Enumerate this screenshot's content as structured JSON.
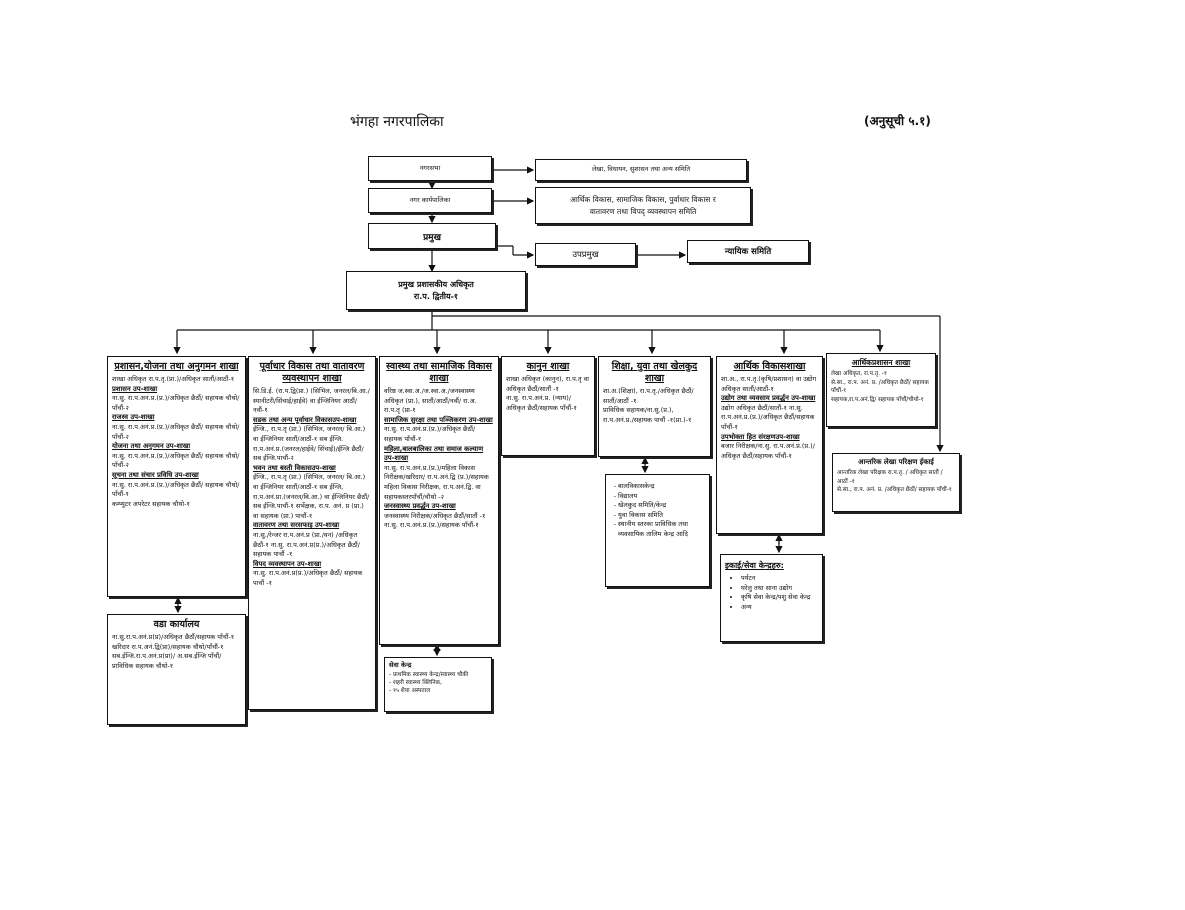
{
  "header": {
    "title": "भंगहा नगरपालिका",
    "annex": "(अनुसूची ५.१)"
  },
  "top": {
    "nagarsabha": "नगरसभा",
    "committee1": "लेखा, विधायन, सुशासन तथा अन्य समिति",
    "karyapalika": "नगर कार्यपालिका",
    "committee2_l1": "आर्थिक विकास, सामाजिक विकास, पुर्वाधार विकास र",
    "committee2_l2": "वातावरण तथा विपद् व्यवस्थापन समिति",
    "pramukh": "प्रमुख",
    "upapramukh": "उपप्रमुख",
    "nyayik": "न्यायिक समिति",
    "cao_l1": "प्रमुख प्रशासकीय अधिकृत",
    "cao_l2": "रा.प. द्वितीय-१"
  },
  "col1": {
    "title": "प्रशासन,योजना तथा अनुगमन शाखा",
    "l1": "शाखा अधिकृत रा.प.तृ.(प्रा.)/अधिकृत सातौं/आठौं-१",
    "s1": "प्रशासन उप-शाखा",
    "l2": "ना.सु. रा.प.अनं.प्र.(प्र.)/अधिकृत छैठौं/ सहायक चौथो/पाँचौं-२",
    "s2": "राजस्व उप-शाखा",
    "l3": "ना.सु. रा.प.अनं.प्र.(प्र.)/अधिकृत छैठौं/ सहायक चौथो/पाँचौं-२",
    "s3": "योजना तथा अनुगमन उप-शाखा",
    "l4": "ना.सु. रा.प.अनं.प्र.(प्र.)/अधिकृत छैठौं/ सहायक चौथो/पाँचौं-२",
    "s4": "सूचना तथा संचार प्रविधि उप-शाखा",
    "l5": "ना.सु. रा.प.अनं.प्र.(प्र.)/अधिकृत छैठौं/ सहायक चौथो/पाँचौं-१",
    "l6": "कम्प्युटर अपरेटर सहायक चौथो-१"
  },
  "ward": {
    "title": "वडा कार्यालय",
    "l1": "ना.सु.रा.प.अनं.प्र(प्र)/अधिकृत छैठौं/सहायक पाँचौं-१",
    "l2": "खरिदार रा.प.अनं.द्वि(प्रा)/सहायक चौथो/पाँचौं-१",
    "l3": "सब.ईन्जि.रा.प.अनं.प्र(प्रा)/ अ.सब.ईन्जि पाँचौं/प्राविधिक सहायक चौथो-१"
  },
  "col2": {
    "title": "पूर्वाधार विकास तथा वातावरण व्यवस्थापन शाखा",
    "l1": "सि.डि.ई. (रा.प.द्वि(प्रा.) (सिभिल, जनरल/बि.आ./स्यानीटरी/सिंचाई/हाईवे) वा ईन्जिनियर आठौं/नवौं-१",
    "s1": "सडक तथा अन्य पूर्वाधार विकासउप-शाखा",
    "l2": "ईन्जि., रा.प.तृ (प्रा.) (सिभिल, जनरल/ बि.आ.) वा ईन्जिनियर सातौं/आठौं-१ सब ईन्जि. रा.प.अनं.प्र.(जनरल/हाईवे/ सिंचाई)/ईन्जि छैठौं/सब ईन्जि.पाचौं-२",
    "s2": "भवन तथा बस्ती विकासउप-शाखा",
    "l3": "ईन्जि., रा.प.तृ (प्रा.) (सिभिल, जनरल/ बि.आ.) वा ईन्जिनियर सातौं/आठौं-१ सब ईन्जि, रा.प.अनं.प्रा.(जनरल/बि.आ.) वा ईन्जिनियर छैठौं/सब ईन्जि.पाचौं-१ सर्भेक्षक, रा.प. अनं. प्र (प्रा.) वा सहायक (प्रा.) पाचौं-१",
    "s3": "वातावरण तथा सरसफाइ उप-शाखा",
    "l4": "ना.सु./रेन्जर रा.प.अनं.प्र (प्रा./वन) /अधिकृत छैठौं-१ ना.सु. रा.प.अनं.प्र(प्र.)/अधिकृत छैठौं/ सहायक पाचौं -१",
    "s4": "विपद व्यवस्थापन उप-शाखा",
    "l5": "ना.सु. रा.प.अनं.प्र(प्र.)/अधिकृत छैठौं/ सहायक पाचौं -१"
  },
  "col3": {
    "title": "स्वास्थ्य तथा सामाजिक विकास शाखा",
    "l1": "वरिष्ठ ज.स्वा.अ./ज.स्वा.अ./जनस्वास्थ्य अधिकृत (प्रा.), सातौं/आठौं/नवौं/ रा.अ. रा.प.तृ (प्रा-१",
    "s1": "सामाजिक सुरक्षा तथा पञ्जिकरण उप-शाखा",
    "l2": "ना.सु. रा.प.अनं.प्र.(प्र.)/अधिकृत छैठौं/ सहायक पाँचौं-१",
    "s2": "महिला,बालबालिका तथा समाज कल्याण उप-शाखा",
    "l3": "ना.सु. रा.प.अनं.प्र.(प्र.)/महिला विकास निरीक्षक/खरिदार/ रा.प.अनं.द्वि (प्र.)/सहायक महिला विकास निरीक्षक, रा.प.अनं.द्वि. वा सहायकस्तरपाँचौं/चौथो -२",
    "s3": "जनस्वास्थ्य प्रवर्द्धन उप-शाखा",
    "l4": "जनस्वास्थ्य निरीक्षक/अधिकृत छैठौं/सातौं -१",
    "l5": "ना.सु. रा.प.अनं.प्र.(प्र.)/सहायक पाँचौं-१"
  },
  "seva": {
    "title": "सेवा केन्द्र",
    "items": [
      "प्राथमिक स्वास्थ्य केन्द्र/स्वास्थ्य चौकी",
      "शहरी स्वास्थ्य क्लिनिक,",
      "१५ शैया अस्पताल"
    ]
  },
  "col4": {
    "title": "कानुन शाखा",
    "l1": "शाखा अधिकृत (कानुन), रा.प.तृ वा अधिकृत छैठौं/सातौं -१",
    "l2": "ना.सु. रा.प.अनं.प्र. (न्याय)/ अधिकृत छैठौं/सहायक पाँचौं-१"
  },
  "col5": {
    "title": "शिक्षा, युवा तथा खेलकुद शाखा",
    "l1": "शा.अ.(शिक्षा), रा.प.तृ./अधिकृत छैठौं/सातौं/आठौं -१",
    "l2": "प्राविधिक सहायक/ना.सु.(प्र.), रा.प.अनं.प्र./सहायक पाचौं -१(प्रा.)-१"
  },
  "edu": {
    "items": [
      "बालविकासकेन्द्र",
      "विद्यालय",
      "खेलकुद समिति/केन्द्र",
      "युवा विकास समिति",
      "स्थानीय स्तरका प्राविधिक तथा व्यवसायिक तालिम केन्द्र आदि"
    ]
  },
  "col6": {
    "title": "आर्थिक विकासशाखा",
    "l1": "शा.अ., रा.प.तृ.(कृषि/प्रशासन) वा उद्योग अधिकृत सातौं/आठौं-१",
    "s1": "उद्योग तथा व्यवसाय प्रवर्द्धन उप-शाखा",
    "l2": "उद्योग अधिकृत छैठौं/सातौं-१ ना.सु. रा.प.अनं.प्र.(प्र.)/अधिकृत छैठौं/सहायक पाँचौं-१",
    "s2": "उपभोक्ता हित संरक्षणउप-शाखा",
    "l3": "बजार निरीक्षक/ना.सु. रा.प.अनं.प्र.(प्र.)/अधिकृत छैठौं/सहायक पाँचौं-१"
  },
  "units": {
    "title": "इकाई/सेवा केन्द्रहरु:",
    "items": [
      "पर्यटन",
      "घरेलु तथा साना उद्योग",
      "कृषि सेवा केन्द्र/पशु सेवा केन्द्र",
      "अन्य"
    ]
  },
  "col7": {
    "title": "आर्थिकप्रशासन शाखा",
    "l1": "लेखा अधिकृत, रा.प.तृ. -१",
    "l2": "से.सा., रा.प. अनं. प्र. /अधिकृत छैठौं/ सहायक पाँचौं-१",
    "l3": "सहायक,रा.प.अनं.द्वि/ सहायक पाँचौं/चौथो-१"
  },
  "audit": {
    "title": "आन्तरिक लेखा परिक्षण ईकाई",
    "l1": "आन्तरिक लेखा परिक्षक रा.प.तृ. / अधिकृत सातौं / आठौं -१",
    "l2": "से.सा., रा.प. अनं. प्र. /अधिकृत छैठौं/ सहायक पाँचौं-१"
  }
}
